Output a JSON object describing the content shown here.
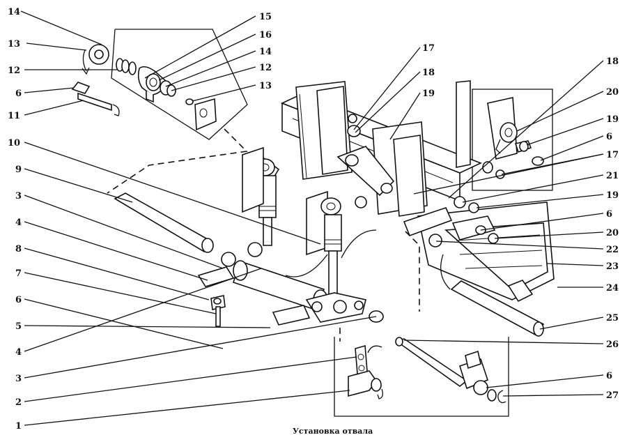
{
  "caption": "Установка отвала",
  "callouts_left": [
    "14",
    "13",
    "12",
    "6",
    "11",
    "10",
    "9",
    "3",
    "4",
    "8",
    "7",
    "6",
    "5",
    "4",
    "3",
    "2",
    "1"
  ],
  "callouts_top": [
    "15",
    "16",
    "14",
    "12",
    "13",
    "17",
    "18",
    "19"
  ],
  "callouts_right": [
    "18",
    "20",
    "19",
    "6",
    "17",
    "21",
    "19",
    "6",
    "20",
    "22",
    "23",
    "24",
    "25",
    "26",
    "6",
    "27"
  ]
}
